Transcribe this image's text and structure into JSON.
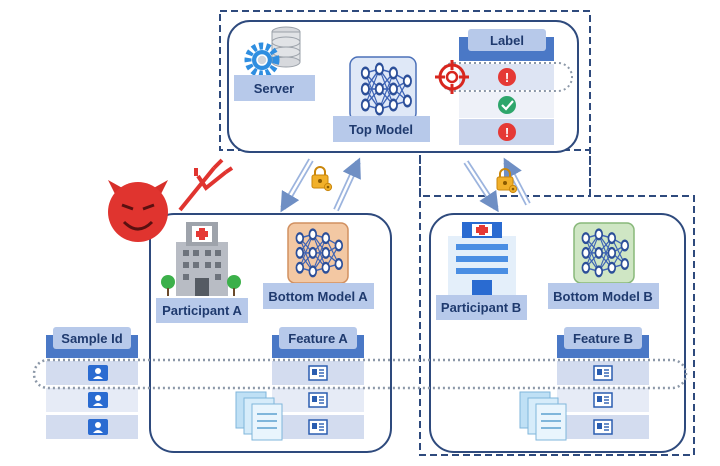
{
  "server": {
    "label": "Server"
  },
  "top_model": {
    "label": "Top Model"
  },
  "label_table": {
    "header": "Label",
    "rows": [
      "error",
      "ok",
      "error"
    ]
  },
  "participant_a": {
    "label": "Participant A"
  },
  "participant_b": {
    "label": "Participant B"
  },
  "bottom_model_a": {
    "label": "Bottom Model A"
  },
  "bottom_model_b": {
    "label": "Bottom Model B"
  },
  "sample_id": {
    "header": "Sample Id",
    "rows": 3
  },
  "feature_a": {
    "header": "Feature A",
    "rows": 3
  },
  "feature_b": {
    "header": "Feature B",
    "rows": 3
  },
  "colors": {
    "box_border": "#2e4a7d",
    "header_blue": "#4a78c6",
    "label_bar": "#b7c9ea",
    "row_light": "#e6ebf6",
    "row_mid": "#d3dcef",
    "attacker_red": "#e0342f",
    "lock_gold": "#e8a317",
    "error_red": "#e53935",
    "ok_green": "#2ea66b"
  },
  "icons": [
    "server-gear-icon",
    "neural-network-icon",
    "target-crosshair-icon",
    "lock-icon",
    "devil-face-icon",
    "trident-icon",
    "hospital-icon",
    "person-card-icon",
    "document-icon",
    "id-card-icon",
    "warning-icon",
    "check-icon"
  ]
}
